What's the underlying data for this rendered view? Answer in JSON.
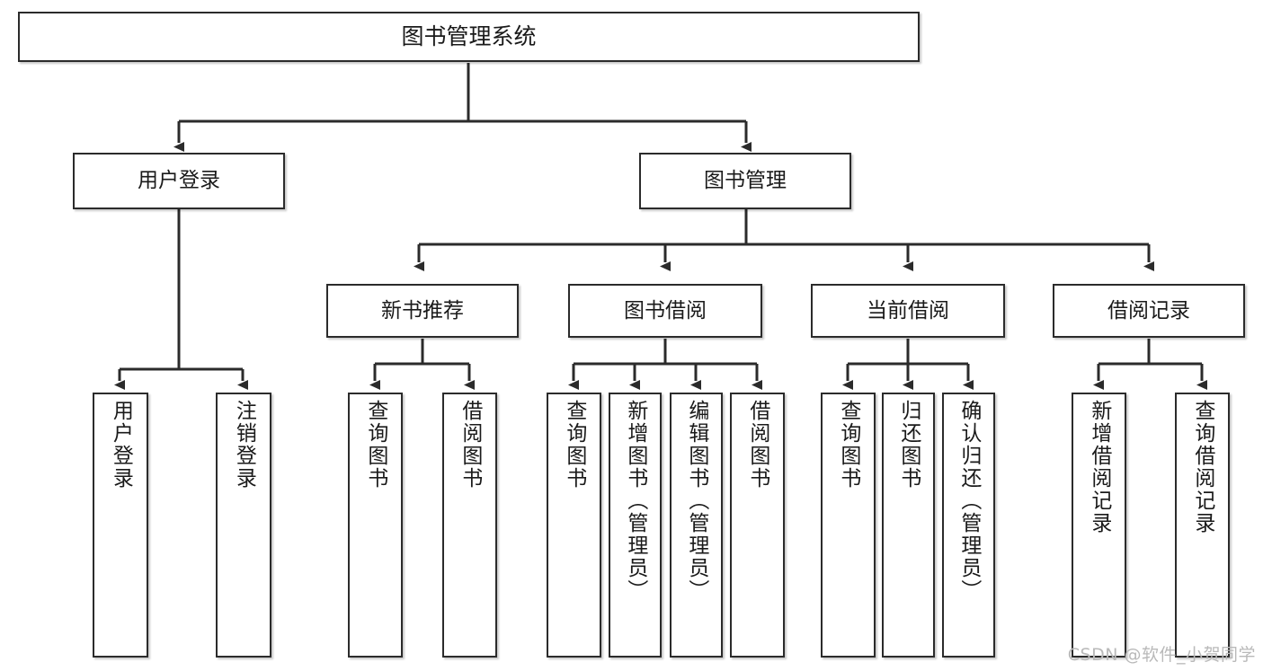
{
  "diagram": {
    "title": "图书管理系统",
    "type": "hierarchy-tree",
    "watermark": "CSDN @软件_小贺同学",
    "colors": {
      "box_border": "#2b2b2b",
      "box_fill": "#ffffff",
      "connector": "#2b2b2b",
      "text": "#1a1a1a",
      "watermark": "#b9b9b9"
    }
  },
  "root": {
    "label": "图书管理系统"
  },
  "level2": [
    {
      "label": "用户登录"
    },
    {
      "label": "图书管理"
    }
  ],
  "level3": [
    {
      "label": "新书推荐"
    },
    {
      "label": "图书借阅"
    },
    {
      "label": "当前借阅"
    },
    {
      "label": "借阅记录"
    }
  ],
  "leaves": {
    "user_login": [
      {
        "label": "用户登录"
      },
      {
        "label": "注销登录"
      }
    ],
    "new_book": [
      {
        "label": "查询图书"
      },
      {
        "label": "借阅图书"
      }
    ],
    "book_borrow": [
      {
        "label": "查询图书"
      },
      {
        "label": "新增图书（管理员）"
      },
      {
        "label": "编辑图书（管理员）"
      },
      {
        "label": "借阅图书"
      }
    ],
    "current_borrow": [
      {
        "label": "查询图书"
      },
      {
        "label": "归还图书"
      },
      {
        "label": "确认归还（管理员）"
      }
    ],
    "borrow_record": [
      {
        "label": "新增借阅记录"
      },
      {
        "label": "查询借阅记录"
      }
    ]
  }
}
